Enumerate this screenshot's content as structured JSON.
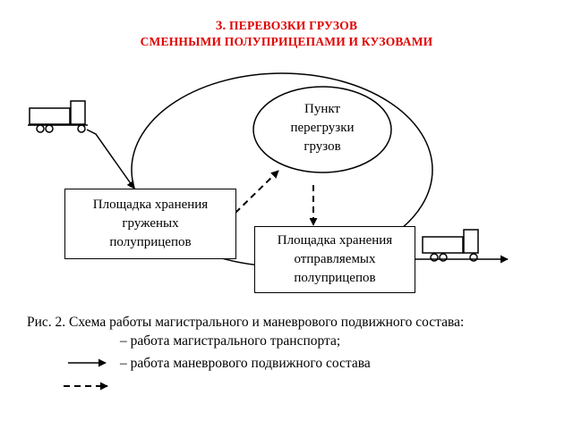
{
  "title": {
    "number": "3.",
    "line1": "ПЕРЕВОЗКИ ГРУЗОВ",
    "line2": "СМЕННЫМИ ПОЛУПРИЦЕПАМИ И КУЗОВАМИ"
  },
  "nodes": {
    "transfer_point": [
      "Пункт",
      "перегрузки",
      "грузов"
    ],
    "loaded_storage": [
      "Площадка хранения",
      "груженых",
      "полуприцепов"
    ],
    "outgoing_storage": [
      "Площадка хранения",
      "отправляемых",
      "полуприцепов"
    ]
  },
  "caption": "Рис. 2. Схема работы магистрального и маневрового подвижного состава:",
  "legend": {
    "solid": "– работа магистрального транспорта;",
    "dashed": "– работа маневрового подвижного состава"
  },
  "colors": {
    "title": "#e00000",
    "lines": "#000000"
  }
}
